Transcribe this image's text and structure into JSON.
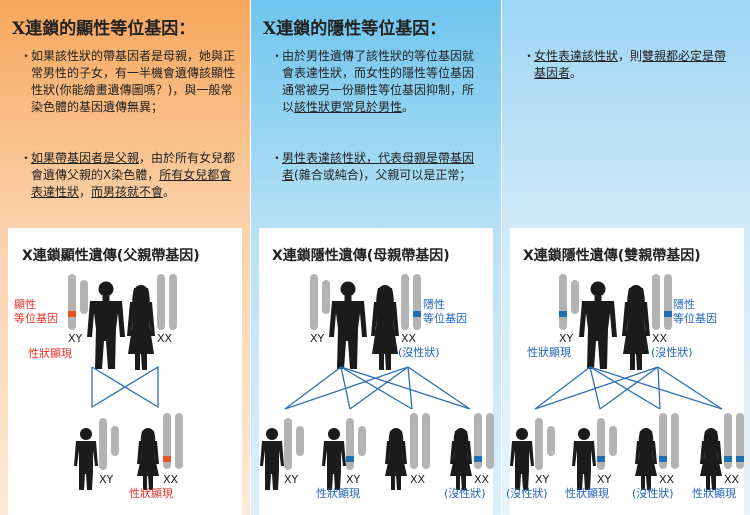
{
  "columns": [
    {
      "title": "X連鎖的顯性等位基因：",
      "bullets": [
        {
          "plain": "如果該性狀的帶基因者是母親，她與正常男性的子女，有一半機會遺傳該顯性性狀(你能繪畫遺傳圖嗎？)，與一般常染色體的基因遺傳無異；"
        },
        {
          "u1": "如果帶基因者是父親",
          "t1": "，由於所有女兒都會遺傳父親的X染色體，",
          "u2": "所有女兒都會表達性狀",
          "t2": "，",
          "u3": "而男孩就不會",
          "t3": "。"
        }
      ],
      "diagram": {
        "title": "X連鎖顯性遺傳(父親帶基因)",
        "label_allele": "顯性\n等位基因",
        "label_xy": "XY",
        "label_xx": "XX",
        "label_expressed": "性狀顯現"
      }
    },
    {
      "title": "X連鎖的隱性等位基因：",
      "bullets": [
        {
          "t0": "由於男性遺傳了該性狀的等位基因就會表達性狀，而女性的隱性等位基因通常被另一份顯性等位基因抑制，所以",
          "u1": "該性狀更常見於男性",
          "t1": "。"
        },
        {
          "u1": "男性表達該性狀，代表母親是帶基因者",
          "t1": "(雜合或純合)，父親可以是正常；"
        }
      ],
      "diagram": {
        "title": "X連鎖隱性遺傳(母親帶基因)",
        "label_allele": "隱性\n等位基因",
        "label_xy": "XY",
        "label_xx": "XX",
        "label_no_trait": "(沒性狀)",
        "label_expressed": "性狀顯現"
      }
    },
    {
      "title": "",
      "bullets": [
        {
          "u1": "女性表達該性狀",
          "t1": "，則",
          "u2": "雙親都必定是帶基因者",
          "t2": "。"
        }
      ],
      "diagram": {
        "title": "X連鎖隱性遺傳(雙親帶基因)",
        "label_allele": "隱性\n等位基因",
        "label_xy": "XY",
        "label_xx": "XX",
        "label_no_trait": "(沒性狀)",
        "label_expressed": "性狀顯現"
      }
    }
  ],
  "colors": {
    "dominant": "#e8532a",
    "recessive": "#1f6fb2",
    "red_text": "#e8322a",
    "blue_text": "#1f64b8",
    "chromosome": "#b3b3b3",
    "silhouette": "#1b1b1b",
    "lines": "#2e6fb3"
  }
}
